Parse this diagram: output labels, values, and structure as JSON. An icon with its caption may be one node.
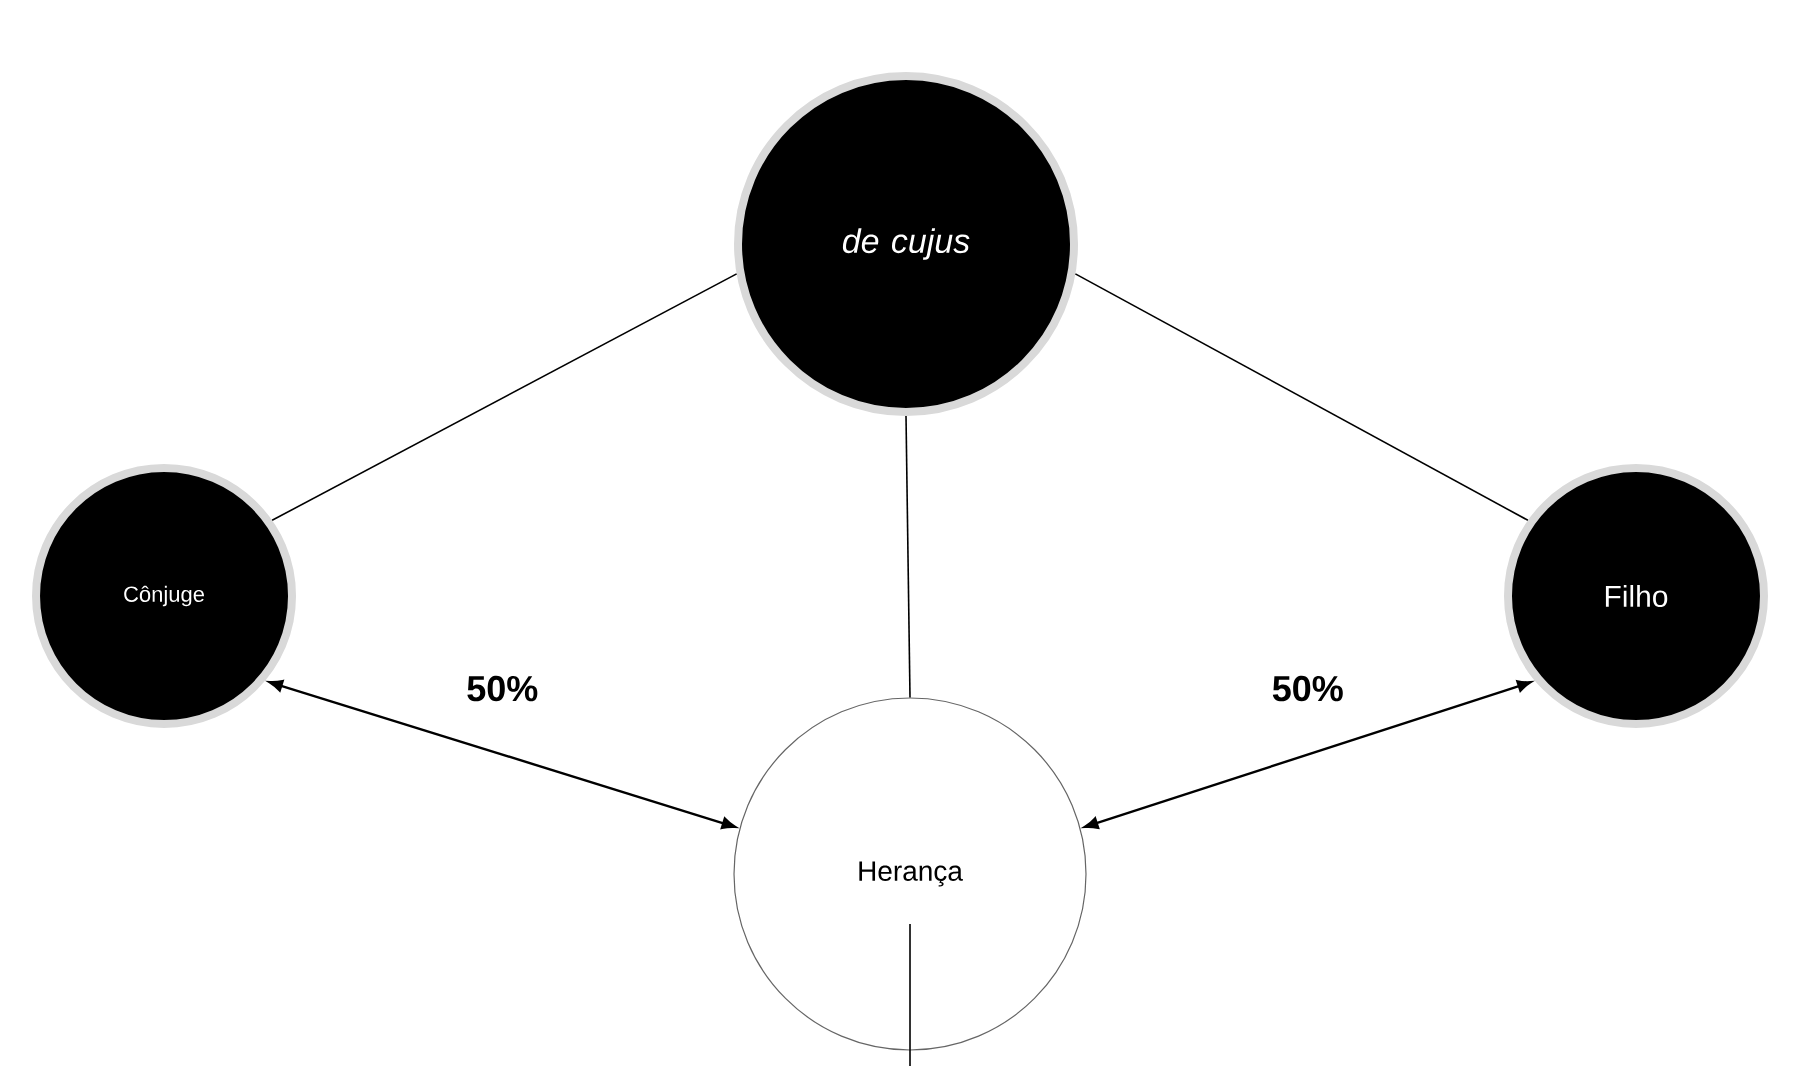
{
  "diagram": {
    "nodes": [
      {
        "text": [
          "de cujus"
        ]
      },
      {
        "text": [
          "Cônjuge"
        ]
      },
      {
        "text": [
          "Filho"
        ]
      },
      {
        "text": [
          "Herança"
        ]
      }
    ],
    "edges": [
      {
        "from": 0,
        "to": 1,
        "arrow": "none"
      },
      {
        "from": 0,
        "to": 2,
        "arrow": "none"
      },
      {
        "from": 0,
        "to": 3,
        "arrow": "none"
      },
      {
        "from": 1,
        "to": 3,
        "arrow": "both",
        "label": "50%"
      },
      {
        "from": 2,
        "to": 3,
        "arrow": "both",
        "label": "50%"
      }
    ]
  }
}
